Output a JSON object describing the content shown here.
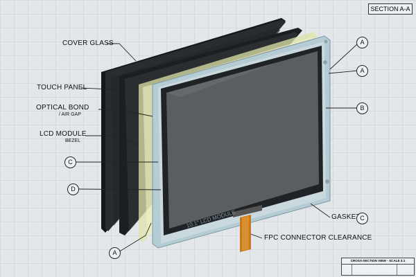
{
  "section_label": "SECTION A-A",
  "labels": {
    "cover_glass": "COVER GLASS",
    "touch_panel": "TOUCH PANEL",
    "optical_bond": "OPTICAL BOND",
    "air_gap": "/ AIR GAP",
    "lcd_module": "LCD MODULE",
    "bezel": "BEZEL",
    "gasket": "GASKET",
    "fpc_connector": "FPC CONNECTOR CLEARANCE"
  },
  "bubbles": {
    "a_top": "A",
    "a_mid": "A",
    "b_right": "B",
    "c_left": "C",
    "d_left": "D",
    "c_gasket": "C",
    "a_bottom": "A"
  },
  "module_print": "10.1\" LCD MODULE",
  "title_block": {
    "heading": "CROSS-SECTION VIEW - SCALE 3:1"
  },
  "colors": {
    "background": "#e3e7ea",
    "cover_glass": "#1b1d1f",
    "touch_panel": "#e8eab8",
    "lcd_frame": "#b9cfd6",
    "screen": "#5f6264",
    "fpc": "#c77a1d"
  }
}
